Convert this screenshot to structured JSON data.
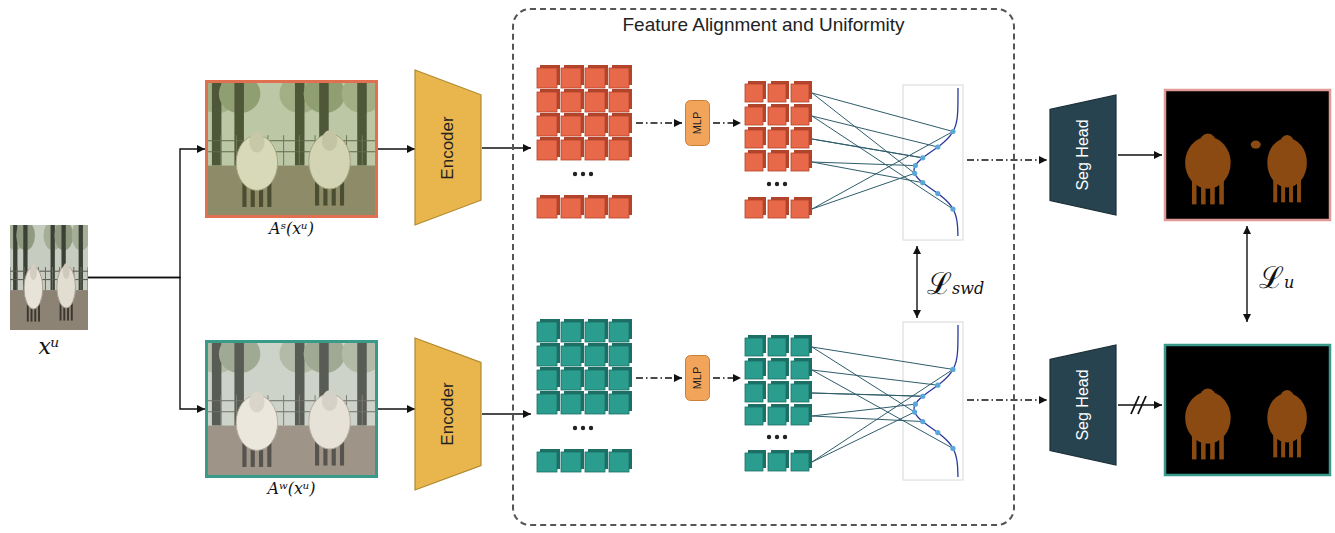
{
  "diagram": {
    "nodes": [
      {
        "text": [
          "xᵘ"
        ]
      },
      {
        "text": [
          "Aˢ(xᵘ)"
        ]
      },
      {
        "text": [
          "Aʷ(xᵘ)"
        ]
      },
      {
        "text": [
          "Encoder"
        ]
      },
      {
        "text": [
          "Encoder"
        ]
      },
      {
        "text": [
          "Feature Alignment and Uniformity"
        ]
      },
      {
        "text": [
          "MLP"
        ],
        "in": 5
      },
      {
        "text": [
          "MLP"
        ],
        "in": 5
      },
      {
        "text": [
          "Seg Head"
        ]
      },
      {
        "text": [
          "Seg Head"
        ]
      }
    ],
    "edges": [
      {
        "from": 0,
        "to": 1,
        "arrow": "to"
      },
      {
        "from": 0,
        "to": 2,
        "arrow": "to"
      },
      {
        "from": 1,
        "to": 3,
        "arrow": "to"
      },
      {
        "from": 2,
        "to": 4,
        "arrow": "to"
      }
    ],
    "labels": [
      "ℒswd",
      "ℒu"
    ]
  }
}
